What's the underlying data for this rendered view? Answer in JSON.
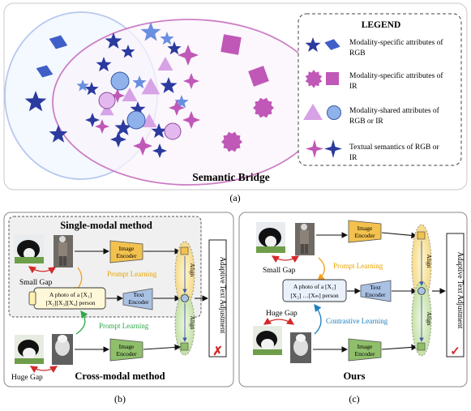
{
  "panel_a": {
    "bridge_label": "Semantic Bridge",
    "caption": "(a)",
    "legend": {
      "title": "LEGEND",
      "items": [
        {
          "lines": [
            "Modality-specific attributes of",
            "RGB"
          ],
          "icon": "blue-star-and-diamond"
        },
        {
          "lines": [
            "Modality-specific attributes of",
            "IR"
          ],
          "icon": "purple-badge-and-square"
        },
        {
          "lines": [
            "Modality-shared attributes of",
            "RGB or IR"
          ],
          "icon": "lavender-triangle-and-blue-circle"
        },
        {
          "lines": [
            "Textual semantics of RGB or",
            "IR"
          ],
          "icon": "purple-and-blue-four-point-stars"
        }
      ]
    }
  },
  "panel_b": {
    "caption": "(b)",
    "single_modal_title": "Single-modal method",
    "cross_modal_title": "Cross-modal method",
    "small_gap": "Small Gap",
    "huge_gap": "Huge Gap",
    "image_encoder": [
      "Image",
      "Encoder"
    ],
    "text_encoder": [
      "Text",
      "Encoder"
    ],
    "prompt_learning_top": "Prompt Learning",
    "prompt_learning_bottom": "Prompt Learning",
    "prompt_text": [
      "A photo of a [X₁]",
      "[X₂][X₃][X₄] person"
    ],
    "align": "Align",
    "adaptive": "Adaptive Text Adjustment",
    "result_mark": "✗"
  },
  "panel_c": {
    "caption": "(c)",
    "title": "Ours",
    "small_gap": "Small Gap",
    "huge_gap": "Huge Gap",
    "image_encoder": [
      "Image",
      "Encoder"
    ],
    "text_encoder": [
      "Text",
      "Encoder"
    ],
    "prompt_learning": "Prompt Learning",
    "contrastive_learning": "Contrastive Learning",
    "prompt_text": [
      "A photo of a [X₁]",
      "[X₂] …[Xₘ] person"
    ],
    "align": "Align",
    "adaptive": "Adaptive Text Adjustment",
    "result_mark": "✓"
  },
  "colors": {
    "rgb_blue": "#2b3a9e",
    "rgb_light_blue": "#6a8fe0",
    "ir_purple": "#c058b8",
    "shared_lavender": "#d7a2e6",
    "encoder_yellow": "#f2c14e",
    "encoder_green": "#8fbf6a",
    "text_encoder_blue": "#a9c1e3",
    "prompt_orange": "#f0a020",
    "contrastive_blue": "#1d7fc0",
    "prompt_green": "#2da84a",
    "gap_red": "#d42a2a"
  }
}
